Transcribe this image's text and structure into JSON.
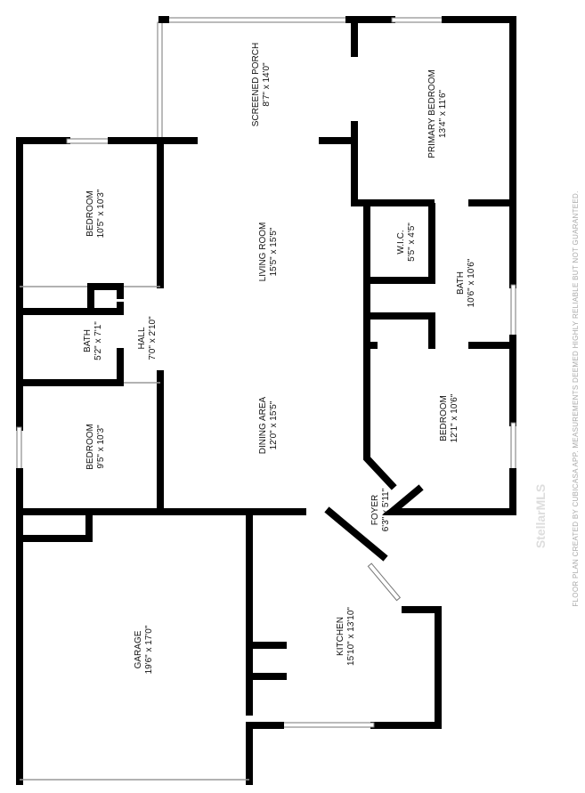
{
  "rooms": [
    {
      "name": "SCREENED PORCH",
      "size": "8'7\" x 14'0\""
    },
    {
      "name": "PRIMARY BEDROOM",
      "size": "13'4\" x 11'6\""
    },
    {
      "name": "BEDROOM",
      "size": "10'5\" x 10'3\""
    },
    {
      "name": "LIVING ROOM",
      "size": "15'5\" x 15'5\""
    },
    {
      "name": "W.I.C.",
      "size": "5'5\" x 4'5\""
    },
    {
      "name": "BATH",
      "size": "10'6\" x 10'6\""
    },
    {
      "name": "BATH",
      "size": "5'2\" x 7'1\""
    },
    {
      "name": "HALL",
      "size": "7'0\" x 2'10\""
    },
    {
      "name": "BEDROOM",
      "size": "9'5\" x 10'3\""
    },
    {
      "name": "DINING AREA",
      "size": "12'0\" x 15'5\""
    },
    {
      "name": "BEDROOM",
      "size": "12'1\" x 10'6\""
    },
    {
      "name": "FOYER",
      "size": "6'3\" x 5'11\""
    },
    {
      "name": "GARAGE",
      "size": "19'6\" x 17'0\""
    },
    {
      "name": "KITCHEN",
      "size": "15'10\" x 13'10\""
    }
  ],
  "disclaimer": "FLOOR PLAN CREATED BY CUBICASA APP. MEASUREMENTS DEEMED HIGHLY RELIABLE BUT NOT GUARANTEED.",
  "watermark": "StellarMLS"
}
